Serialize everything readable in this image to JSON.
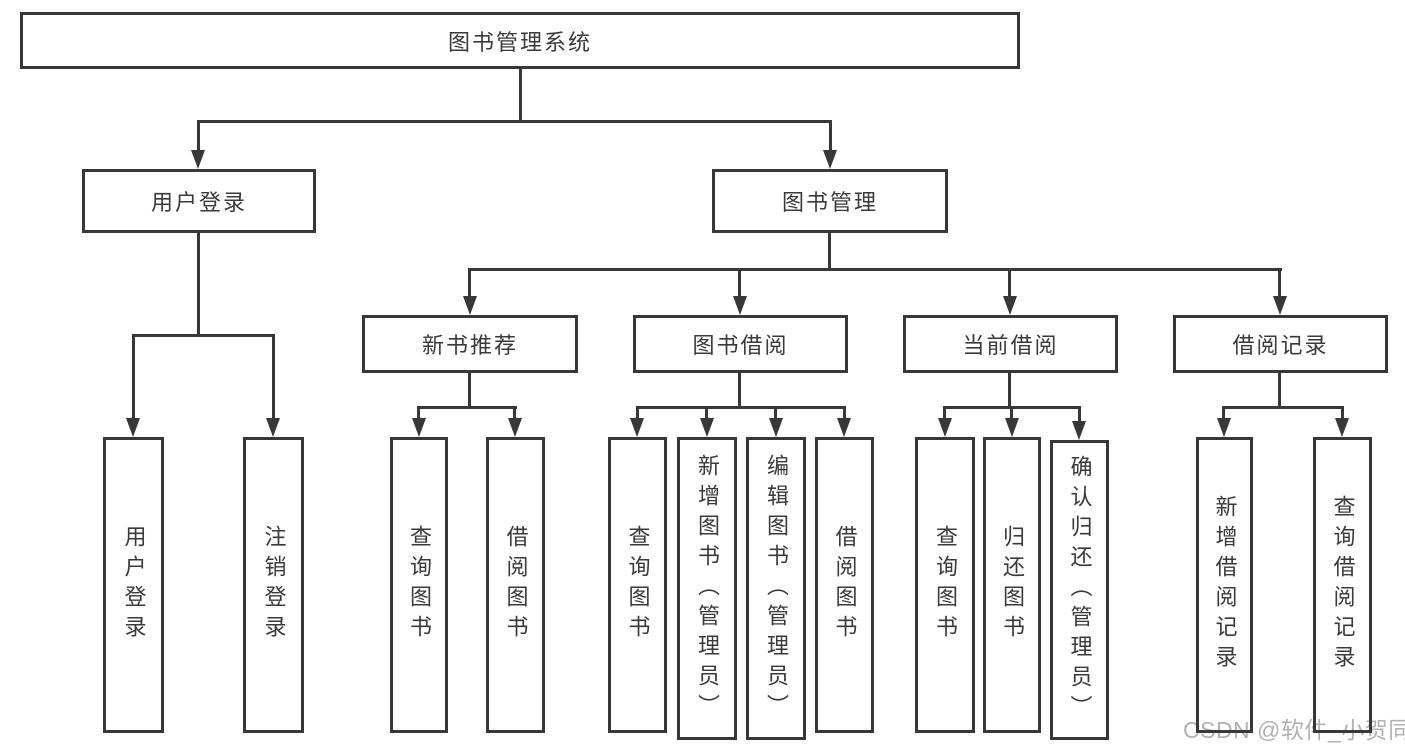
{
  "diagram_type": "hierarchy-tree",
  "root": {
    "label": "图书管理系统"
  },
  "branches": [
    {
      "label": "用户登录",
      "children": [
        {
          "label": "用户登录"
        },
        {
          "label": "注销登录"
        }
      ]
    },
    {
      "label": "图书管理",
      "children": [
        {
          "label": "新书推荐",
          "children": [
            {
              "label": "查询图书"
            },
            {
              "label": "借阅图书"
            }
          ]
        },
        {
          "label": "图书借阅",
          "children": [
            {
              "label": "查询图书"
            },
            {
              "label": "新增图书（管理员）"
            },
            {
              "label": "编辑图书（管理员）"
            },
            {
              "label": "借阅图书"
            }
          ]
        },
        {
          "label": "当前借阅",
          "children": [
            {
              "label": "查询图书"
            },
            {
              "label": "归还图书"
            },
            {
              "label": "确认归还（管理员）"
            }
          ]
        },
        {
          "label": "借阅记录",
          "children": [
            {
              "label": "新增借阅记录"
            },
            {
              "label": "查询借阅记录"
            }
          ]
        }
      ]
    }
  ],
  "watermark": {
    "label": "CSDN @软件_小贺同学"
  },
  "colors": {
    "line": "#383838",
    "box_border": "#383838",
    "text": "#3a3a3a",
    "watermark": "#b2b2b2",
    "background": "#ffffff"
  }
}
